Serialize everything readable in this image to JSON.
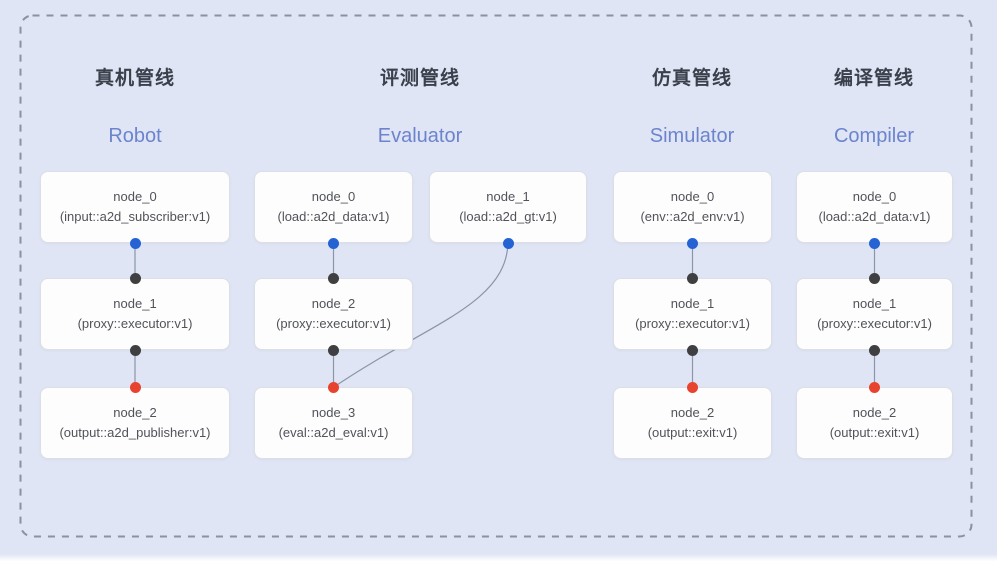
{
  "panel": {
    "background_color": "#dfe5f4",
    "dashed_border_color": "#8b919e"
  },
  "colors": {
    "blue_port_dot": "#2563d4",
    "black_port_dot": "#3f3f42",
    "red_port_dot": "#e8432f",
    "edge_line": "#8b95a8",
    "pipeline_title": "#3b414c",
    "pipeline_subtitle": "#6b84cd",
    "node_text": "#515359",
    "node_box_background": "#fdfdfe",
    "node_box_border": "#dcdfe5"
  },
  "pipelines": [
    {
      "title": "真机管线",
      "subtitle": "Robot",
      "nodes": [
        {
          "name": "node_0",
          "type": "(input::a2d_subscriber:v1)"
        },
        {
          "name": "node_1",
          "type": "(proxy::executor:v1)"
        },
        {
          "name": "node_2",
          "type": "(output::a2d_publisher:v1)"
        }
      ]
    },
    {
      "title": "评测管线",
      "subtitle": "Evaluator",
      "nodes": [
        {
          "name": "node_0",
          "type": "(load::a2d_data:v1)"
        },
        {
          "name": "node_1",
          "type": "(load::a2d_gt:v1)"
        },
        {
          "name": "node_2",
          "type": "(proxy::executor:v1)"
        },
        {
          "name": "node_3",
          "type": "(eval::a2d_eval:v1)"
        }
      ]
    },
    {
      "title": "仿真管线",
      "subtitle": "Simulator",
      "nodes": [
        {
          "name": "node_0",
          "type": "(env::a2d_env:v1)"
        },
        {
          "name": "node_1",
          "type": "(proxy::executor:v1)"
        },
        {
          "name": "node_2",
          "type": "(output::exit:v1)"
        }
      ]
    },
    {
      "title": "编译管线",
      "subtitle": "Compiler",
      "nodes": [
        {
          "name": "node_0",
          "type": "(load::a2d_data:v1)"
        },
        {
          "name": "node_1",
          "type": "(proxy::executor:v1)"
        },
        {
          "name": "node_2",
          "type": "(output::exit:v1)"
        }
      ]
    }
  ],
  "edges": [
    {
      "from": "Robot.node_0",
      "to": "Robot.node_1",
      "from_port": "blue",
      "to_port": "black"
    },
    {
      "from": "Robot.node_1",
      "to": "Robot.node_2",
      "from_port": "black",
      "to_port": "red"
    },
    {
      "from": "Evaluator.node_0",
      "to": "Evaluator.node_2",
      "from_port": "blue",
      "to_port": "black"
    },
    {
      "from": "Evaluator.node_1",
      "to": "Evaluator.node_3",
      "from_port": "blue",
      "to_port": "red",
      "shape": "curved"
    },
    {
      "from": "Evaluator.node_2",
      "to": "Evaluator.node_3",
      "from_port": "black",
      "to_port": "red"
    },
    {
      "from": "Simulator.node_0",
      "to": "Simulator.node_1",
      "from_port": "blue",
      "to_port": "black"
    },
    {
      "from": "Simulator.node_1",
      "to": "Simulator.node_2",
      "from_port": "black",
      "to_port": "red"
    },
    {
      "from": "Compiler.node_0",
      "to": "Compiler.node_1",
      "from_port": "blue",
      "to_port": "black"
    },
    {
      "from": "Compiler.node_1",
      "to": "Compiler.node_2",
      "from_port": "black",
      "to_port": "red"
    }
  ]
}
